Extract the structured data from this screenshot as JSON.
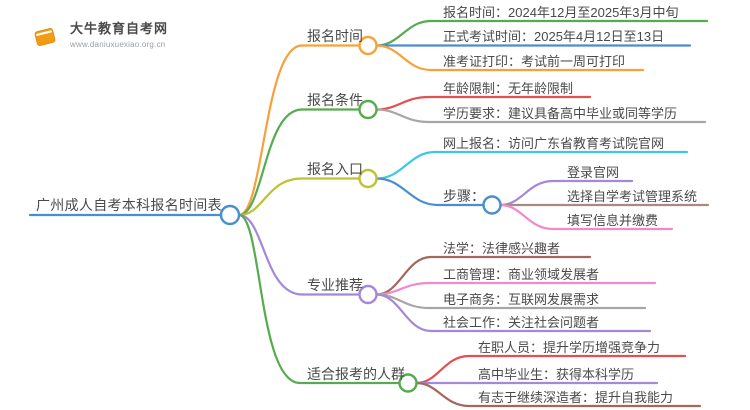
{
  "logo": {
    "title": "大牛教育自考网",
    "url": "www.daniuxuexiao.org.cn",
    "icon": "book-sunburst-icon",
    "brand_color": "#f5a01c"
  },
  "mindmap": {
    "root": {
      "label": "广州成人自考本科报名时间表",
      "color": "#4a8ed2"
    },
    "branches": [
      {
        "label": "报名时间",
        "color": "#f7a13c",
        "children": [
          {
            "label": "报名时间：2024年12月至2025年3月中旬",
            "color": "#56ab4f"
          },
          {
            "label": "正式考试时间：2025年4月12日至13日",
            "color": "#4a8ed2"
          },
          {
            "label": "准考证打印：考试前一周可打印",
            "color": "#f7a13c"
          }
        ]
      },
      {
        "label": "报名条件",
        "color": "#56ab4f",
        "children": [
          {
            "label": "年龄限制：无年龄限制",
            "color": "#e25050"
          },
          {
            "label": "学历要求：建议具备高中毕业或同等学历",
            "color": "#a6a6a6"
          }
        ]
      },
      {
        "label": "报名入口",
        "color": "#bec22e",
        "children": [
          {
            "label": "网上报名：访问广东省教育考试院官网",
            "color": "#3fc8e4"
          },
          {
            "label": "步骤：",
            "color": "#4a8ed2",
            "children": [
              {
                "label": "登录官网",
                "color": "#a488d9"
              },
              {
                "label": "选择自学考试管理系统",
                "color": "#a98a80"
              },
              {
                "label": "填写信息并缴费",
                "color": "#f288cd"
              }
            ]
          }
        ]
      },
      {
        "label": "专业推荐",
        "color": "#a488d9",
        "children": [
          {
            "label": "法学：法律感兴趣者",
            "color": "#a2685c"
          },
          {
            "label": "工商管理：商业领域发展者",
            "color": "#f288cd"
          },
          {
            "label": "电子商务：互联网发展需求",
            "color": "#a6a6a6"
          },
          {
            "label": "社会工作：关注社会问题者",
            "color": "#a488d9"
          }
        ]
      },
      {
        "label": "适合报考的人群",
        "color": "#56ab4f",
        "children": [
          {
            "label": "在职人员：提升学历增强竞争力",
            "color": "#e25050"
          },
          {
            "label": "高中毕业生：获得本科学历",
            "color": "#a488d9"
          },
          {
            "label": "有志于继续深造者：提升自我能力",
            "color": "#a2685c"
          }
        ]
      }
    ]
  }
}
